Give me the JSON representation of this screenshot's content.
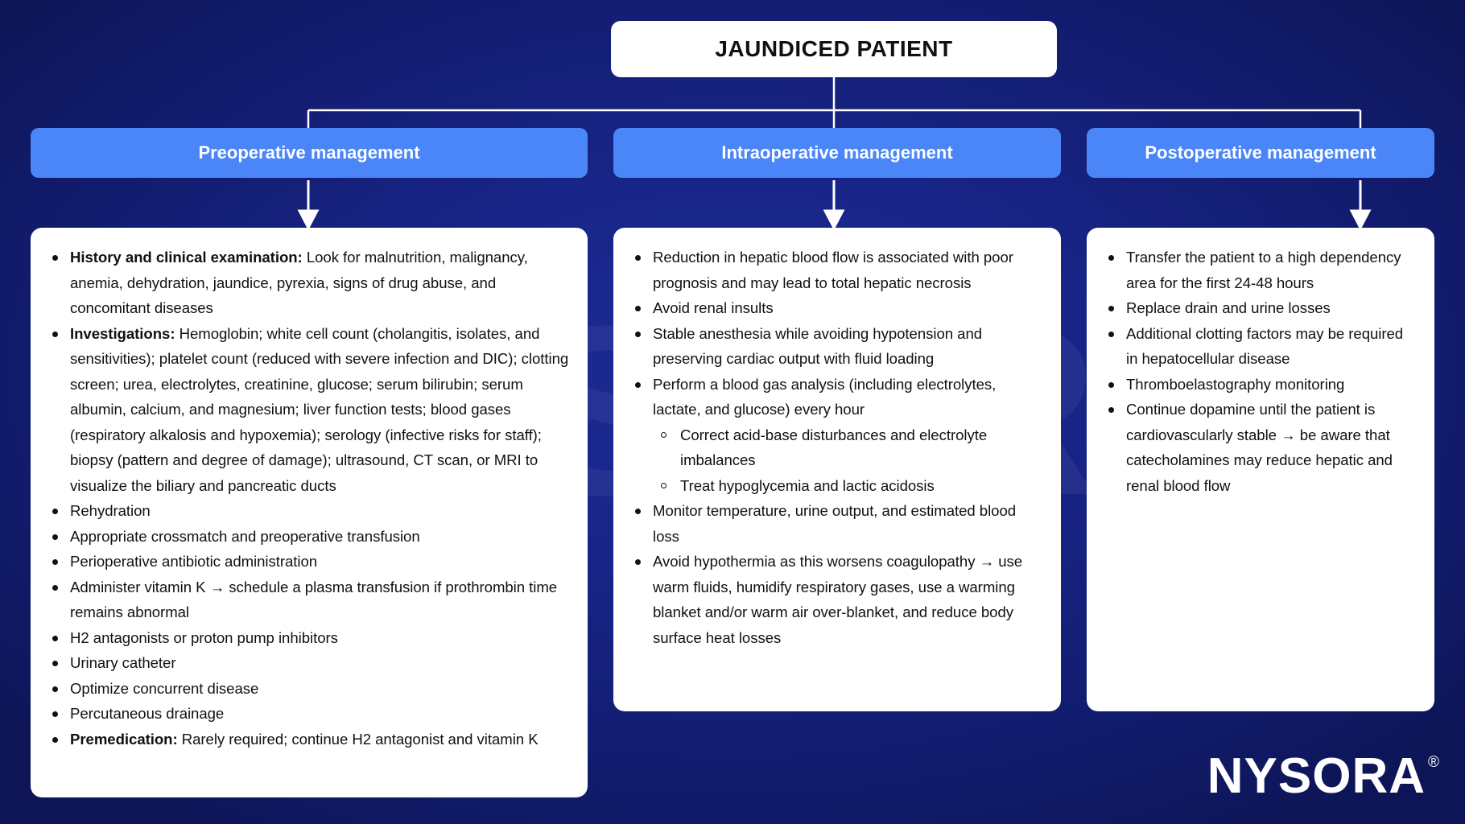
{
  "watermark": "NYSORA",
  "root": {
    "title": "JAUNDICED PATIENT"
  },
  "logo": {
    "text": "NYSORA",
    "registered": "®"
  },
  "colors": {
    "background_deep": "#0d1556",
    "background_mid": "#1c2b96",
    "header_blue": "#4a86f7",
    "card_white": "#ffffff",
    "text_dark": "#111111",
    "connector_white": "#ffffff"
  },
  "columns": [
    {
      "header": "Preoperative management",
      "items": [
        {
          "lead": "History and clinical examination:",
          "text": " Look for malnutrition, malignancy, anemia, dehydration, jaundice, pyrexia, signs of drug abuse, and concomitant diseases"
        },
        {
          "lead": "Investigations:",
          "text": " Hemoglobin; white cell count (cholangitis, isolates, and sensitivities); platelet count (reduced with severe infection and DIC); clotting screen; urea, electrolytes, creatinine, glucose; serum bilirubin; serum albumin, calcium, and magnesium; liver function tests; blood gases (respiratory alkalosis and hypoxemia); serology (infective risks for staff); biopsy (pattern and degree of damage); ultrasound, CT scan, or MRI to visualize the biliary and pancreatic ducts"
        },
        {
          "lead": "",
          "text": "Rehydration"
        },
        {
          "lead": "",
          "text": "Appropriate crossmatch and preoperative transfusion"
        },
        {
          "lead": "",
          "text": "Perioperative antibiotic administration"
        },
        {
          "lead": "",
          "text": "Administer vitamin K → schedule a plasma transfusion if prothrombin time remains abnormal"
        },
        {
          "lead": "",
          "text": "H2 antagonists or proton pump inhibitors"
        },
        {
          "lead": "",
          "text": "Urinary catheter"
        },
        {
          "lead": "",
          "text": "Optimize concurrent disease"
        },
        {
          "lead": "",
          "text": "Percutaneous drainage"
        },
        {
          "lead": "Premedication:",
          "text": " Rarely required; continue H2 antagonist and vitamin K"
        }
      ]
    },
    {
      "header": "Intraoperative management",
      "items": [
        {
          "lead": "",
          "text": "Reduction in hepatic blood flow is associated with poor prognosis and may lead to total hepatic necrosis"
        },
        {
          "lead": "",
          "text": "Avoid renal insults"
        },
        {
          "lead": "",
          "text": "Stable anesthesia while avoiding hypotension and preserving cardiac output with fluid loading"
        },
        {
          "lead": "",
          "text": "Perform a blood gas analysis (including electrolytes, lactate, and glucose) every hour",
          "subitems": [
            "Correct acid-base disturbances and electrolyte imbalances",
            "Treat hypoglycemia and lactic acidosis"
          ]
        },
        {
          "lead": "",
          "text": "Monitor temperature, urine output, and estimated blood loss"
        },
        {
          "lead": "",
          "text": "Avoid hypothermia as this worsens coagulopathy → use warm fluids, humidify respiratory gases, use a warming blanket and/or warm air over-blanket, and reduce body surface heat losses"
        }
      ]
    },
    {
      "header": "Postoperative management",
      "items": [
        {
          "lead": "",
          "text": "Transfer the patient to a high dependency area for the first 24-48 hours"
        },
        {
          "lead": "",
          "text": "Replace drain and urine losses"
        },
        {
          "lead": "",
          "text": "Additional clotting factors may be required in hepatocellular disease"
        },
        {
          "lead": "",
          "text": "Thromboelastography monitoring"
        },
        {
          "lead": "",
          "text": "Continue dopamine until the patient is cardiovascularly stable → be aware that catecholamines may reduce hepatic and renal blood flow"
        }
      ]
    }
  ]
}
